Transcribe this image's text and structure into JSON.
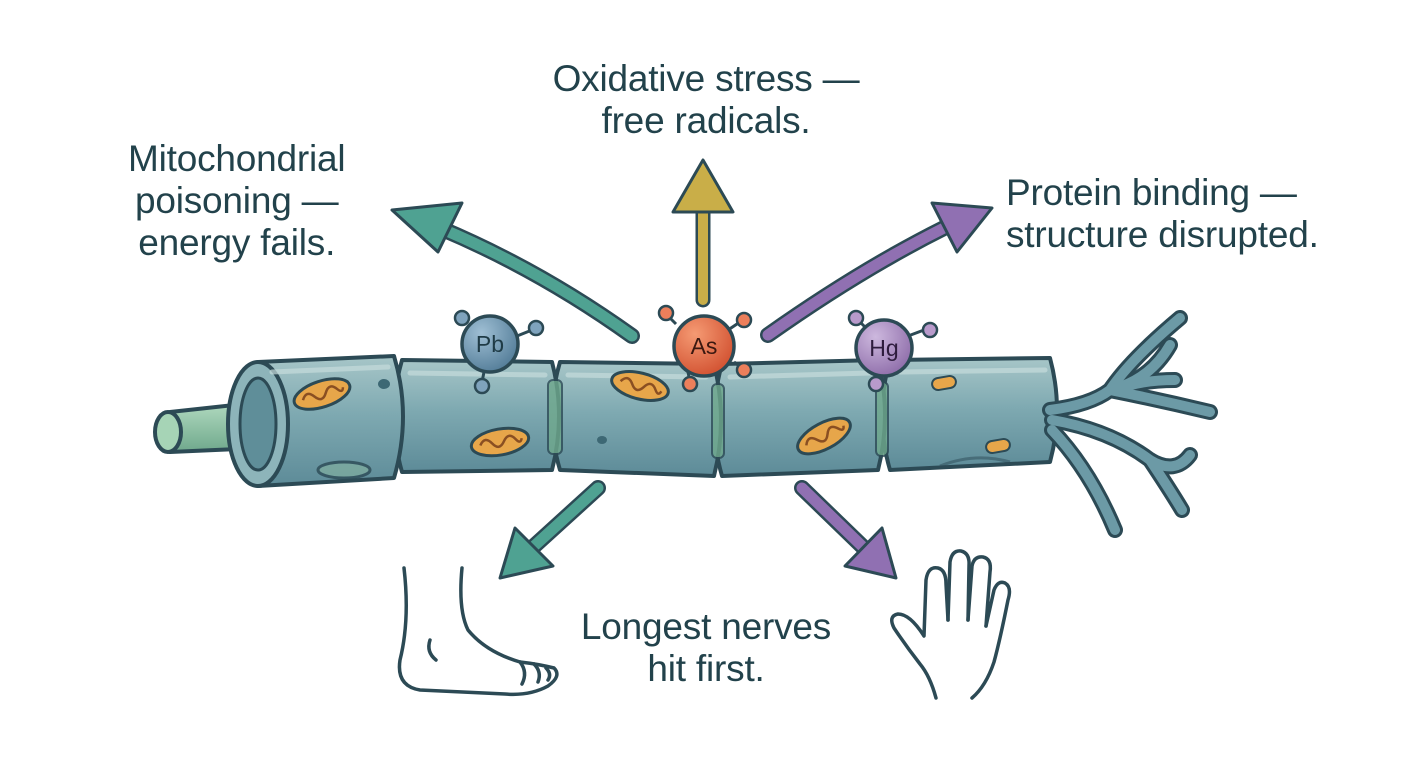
{
  "labels": {
    "mitochondrial": [
      "Mitochondrial",
      "poisoning —",
      "energy fails."
    ],
    "oxidative": [
      "Oxidative stress —",
      "free radicals."
    ],
    "protein": [
      "Protein binding —",
      "structure disrupted."
    ],
    "longest": [
      "Longest nerves",
      "hit first."
    ]
  },
  "ions": [
    {
      "symbol": "Pb",
      "color": "#5f8aa8"
    },
    {
      "symbol": "As",
      "color": "#e0603e"
    },
    {
      "symbol": "Hg",
      "color": "#9e7eb4"
    }
  ],
  "icons": [
    "foot-icon",
    "hand-icon",
    "mitochondrion-icon"
  ],
  "colors": {
    "text": "#22424b",
    "outline": "#2c4a55",
    "nerve_fill": "#6c9aa6",
    "axon_core": "#86bfa3",
    "teal_arrow": "#4fa292",
    "gold_arrow": "#c9ae48",
    "purple_arrow": "#9070b2",
    "mitochondria": "#e7a64a"
  }
}
